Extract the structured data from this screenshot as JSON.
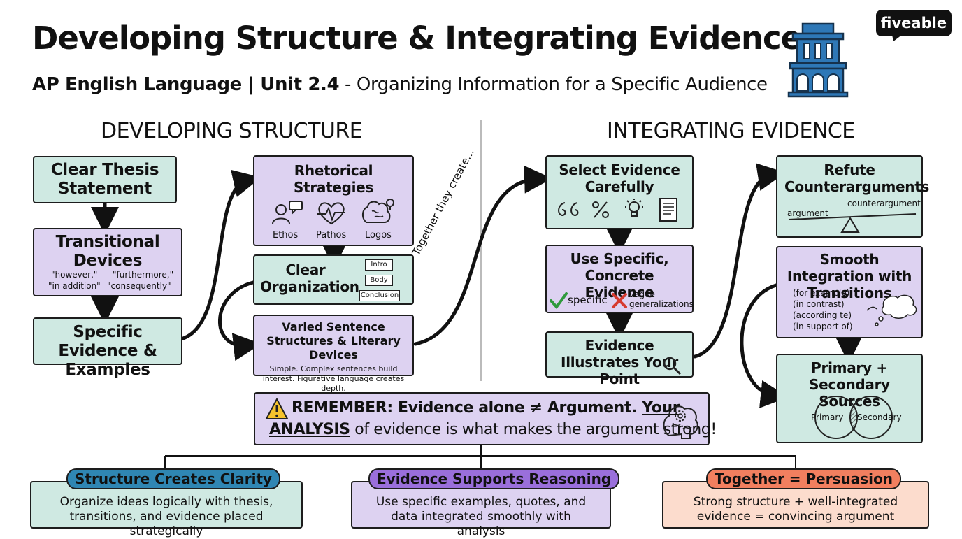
{
  "header": {
    "title": "Developing Structure & Integrating Evidence",
    "subtitle_bold": "AP English Language | Unit 2.4",
    "subtitle_rest": " - Organizing Information for a Specific Audience",
    "brand": "fiveable"
  },
  "sections": {
    "left_heading": "DEVELOPING STRUCTURE",
    "right_heading": "INTEGRATING EVIDENCE"
  },
  "structure": {
    "thesis": "Clear Thesis Statement",
    "transitional": {
      "title": "Transitional Devices",
      "ex1": "\"however,\"",
      "ex2": "\"furthermore,\"",
      "ex3": "\"in addition\"",
      "ex4": "\"consequently\""
    },
    "specific_evidence": "Specific Evidence & Examples",
    "rhetorical": {
      "title": "Rhetorical Strategies",
      "ethos": "Ethos",
      "pathos": "Pathos",
      "logos": "Logos"
    },
    "organization": {
      "title": "Clear Organization",
      "intro": "Intro",
      "body": "Body",
      "conclusion": "Conclusion"
    },
    "varied": {
      "title": "Varied Sentence Structures & Literary Devices",
      "note": "Simple. Complex sentences build interest. Figurative language creates depth."
    },
    "connector": "Together they create..."
  },
  "evidence": {
    "select": "Select Evidence Carefully",
    "specific": {
      "title": "Use Specific, Concrete Evidence",
      "good": "specific",
      "bad": "vague generalizations"
    },
    "illustrates": "Evidence Illustrates Your Point",
    "refute": {
      "title": "Refute Counterarguments",
      "argument": "argument",
      "counter": "counterargument"
    },
    "smooth": {
      "title": "Smooth Integration with Transitions",
      "p1": "(for example)",
      "p2": "(in contrast)",
      "p3": "(according te)",
      "p4": "(in support of)"
    },
    "sources": {
      "title": "Primary + Secondary Sources",
      "primary": "Primary",
      "secondary": "Secondary"
    }
  },
  "remember": {
    "lead": "REMEMBER: Evidence alone ≠ Argument.",
    "your": "Your",
    "analysis": "ANALYSIS",
    "rest": "of evidence is what makes the argument strong!"
  },
  "takeaways": [
    {
      "label": "Structure Creates Clarity",
      "text": "Organize ideas logically with thesis, transitions, and evidence placed strategically",
      "color": "#2f86b3"
    },
    {
      "label": "Evidence Supports Reasoning",
      "text": "Use specific examples, quotes, and data integrated smoothly with analysis",
      "color": "#9a6fdb"
    },
    {
      "label": "Together = Persuasion",
      "text": "Strong structure + well-integrated evidence = convincing argument",
      "color": "#f27f5f"
    }
  ],
  "colors": {
    "teal": "#cfe9e2",
    "lavender": "#ddd2f1",
    "peach": "#fcdccd",
    "building": "#2e78b7"
  }
}
